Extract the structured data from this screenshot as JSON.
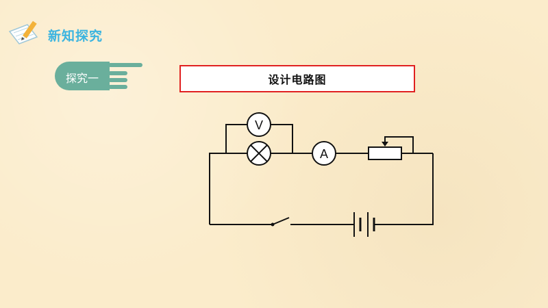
{
  "header": {
    "title": "新知探究",
    "icon": "notebook-pencil-icon"
  },
  "tag": {
    "label": "探究一"
  },
  "heading": {
    "text": "设计电路图"
  },
  "circuit": {
    "voltmeter_label": "V",
    "ammeter_label": "A",
    "components": [
      "voltmeter",
      "lamp",
      "ammeter",
      "rheostat",
      "switch",
      "battery"
    ]
  },
  "colors": {
    "background": "#fbeccb",
    "accent": "#3bb4e0",
    "tag": "#6aaf9c",
    "border": "#e02020"
  }
}
